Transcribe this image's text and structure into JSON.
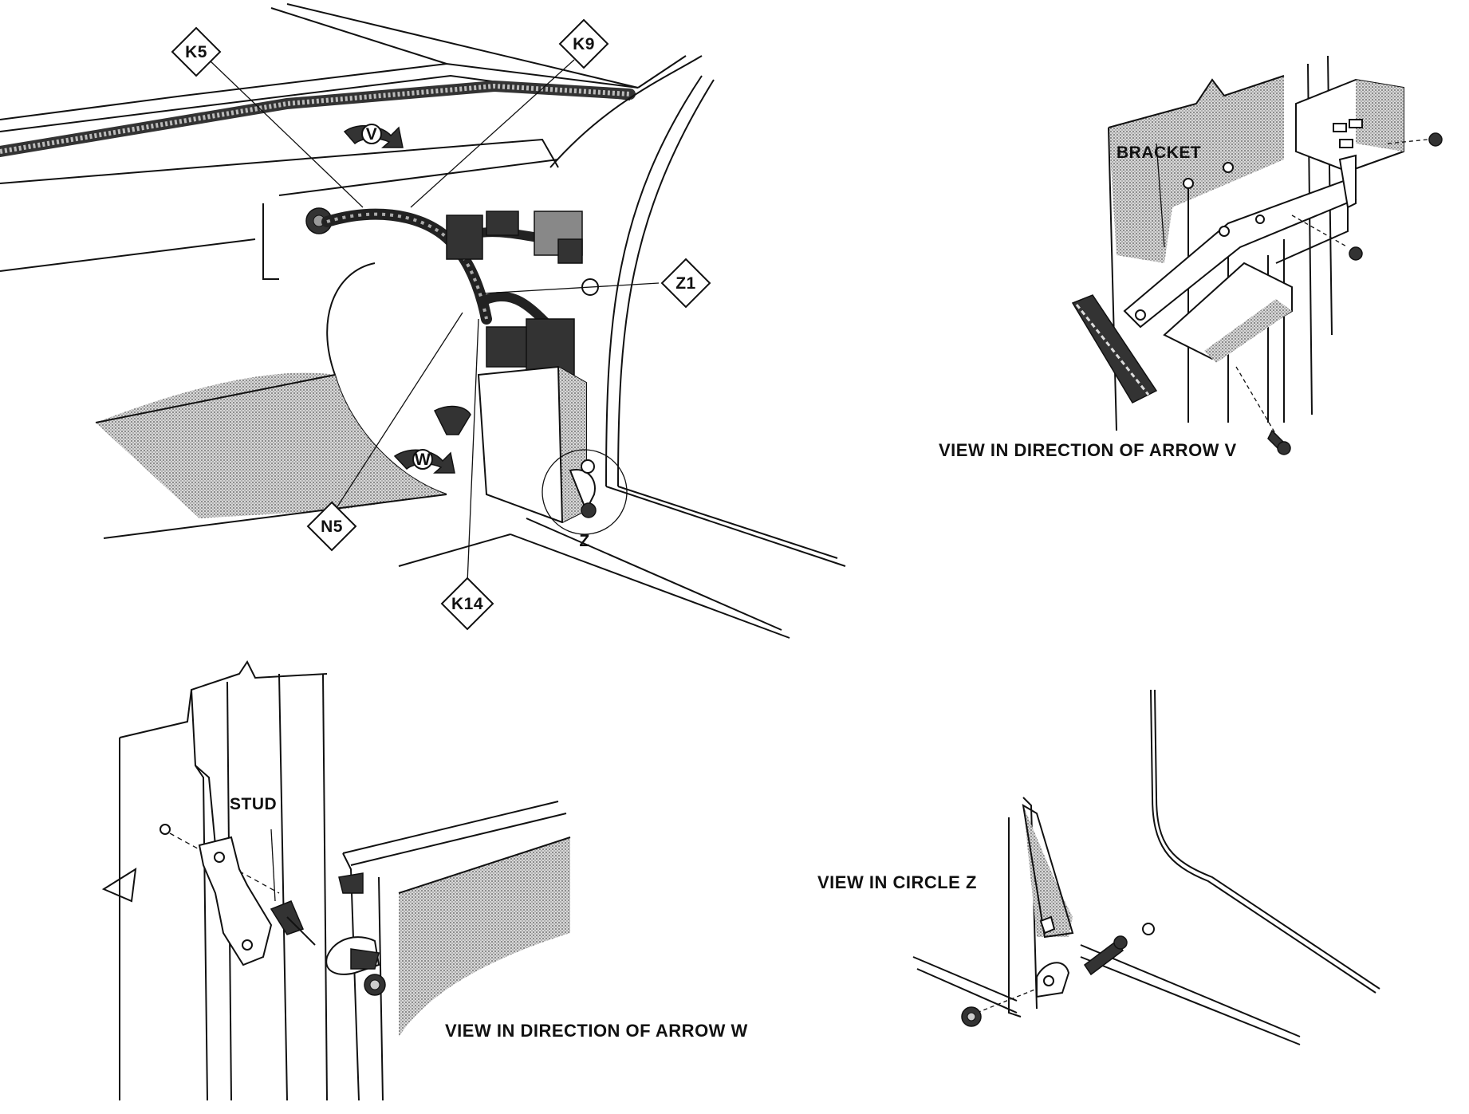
{
  "callouts": {
    "k5": "K5",
    "k9": "K9",
    "z1": "Z1",
    "n5": "N5",
    "k14": "K14"
  },
  "arrows": {
    "v": "V",
    "w": "W"
  },
  "circle_label": "Z",
  "labels": {
    "bracket": "BRACKET",
    "stud": "STUD"
  },
  "captions": {
    "arrow_v": "VIEW IN DIRECTION OF ARROW V",
    "arrow_w": "VIEW IN DIRECTION OF ARROW W",
    "circle_z": "VIEW IN CIRCLE Z"
  }
}
